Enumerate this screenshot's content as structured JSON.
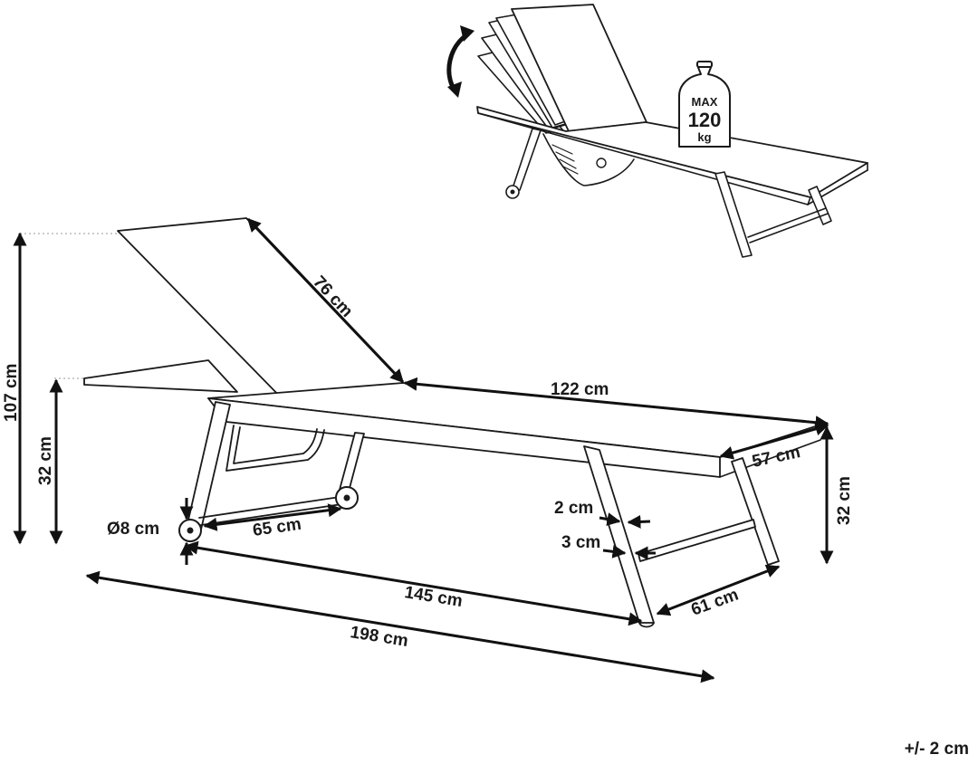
{
  "product": {
    "name": "sun lounger",
    "colors": {
      "line": "#1a1a1a",
      "background": "#ffffff"
    }
  },
  "weight_badge": {
    "line1": "MAX",
    "line2": "120",
    "line3": "kg",
    "icon": "weight-icon"
  },
  "recline_arrow": {
    "icon": "curved-double-arrow-icon"
  },
  "dimensions": {
    "backrest_length": "76 cm",
    "seat_length": "122 cm",
    "width": "57 cm",
    "total_height": "107 cm",
    "seat_height_left": "32 cm",
    "seat_height_right": "32 cm",
    "wheel_diameter": "Ø8 cm",
    "rear_frame_width": "65 cm",
    "frame_thickness_top": "2 cm",
    "frame_thickness_bottom": "3 cm",
    "base_length": "145 cm",
    "front_frame_width": "61 cm",
    "total_length": "198 cm"
  },
  "tolerance": "+/- 2 cm"
}
